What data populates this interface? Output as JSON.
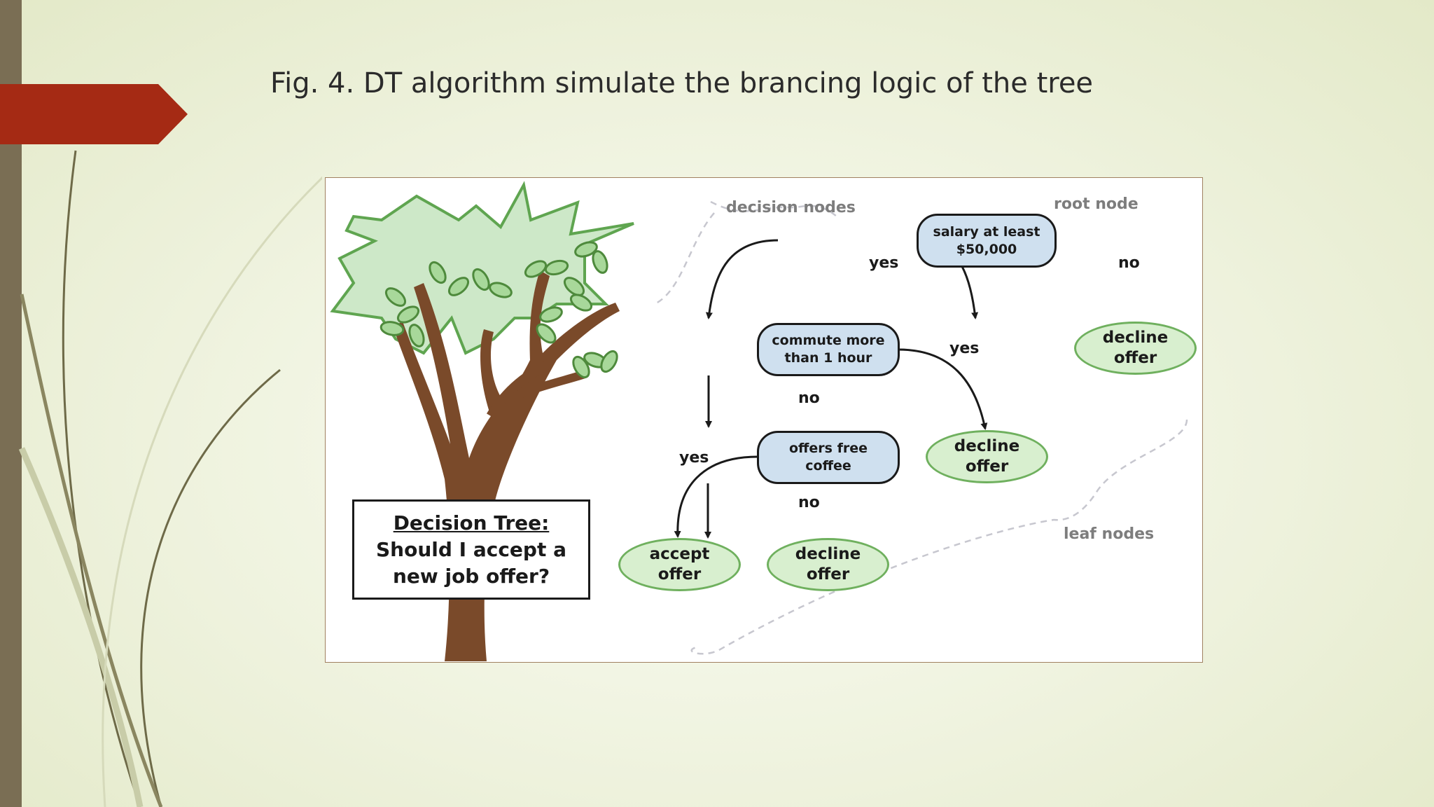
{
  "slide": {
    "title": "Fig. 4. DT algorithm simulate the brancing logic of the tree"
  },
  "diagram": {
    "heading": "Decision Tree:",
    "question": "Should I accept a new job offer?",
    "annotations": {
      "decision_nodes": "decision nodes",
      "root_node": "root node",
      "leaf_nodes": "leaf nodes"
    },
    "nodes": {
      "root": "salary at least\n$50,000",
      "commute": "commute more\nthan 1 hour",
      "coffee": "offers free\ncoffee",
      "leaf_decline_salary": "decline\noffer",
      "leaf_decline_commute": "decline\noffer",
      "leaf_accept": "accept\noffer",
      "leaf_decline_coffee": "decline\noffer"
    },
    "edges": {
      "root_yes": "yes",
      "root_no": "no",
      "commute_yes": "yes",
      "commute_no": "no",
      "coffee_yes": "yes",
      "coffee_no": "no"
    },
    "colors": {
      "decision_fill": "#cfe0ef",
      "leaf_fill": "#d8efcf",
      "leaf_border": "#6fb05e",
      "trunk": "#7a4a2a",
      "foliage": "#cde8c8",
      "accent_tab": "#a52a14"
    }
  }
}
